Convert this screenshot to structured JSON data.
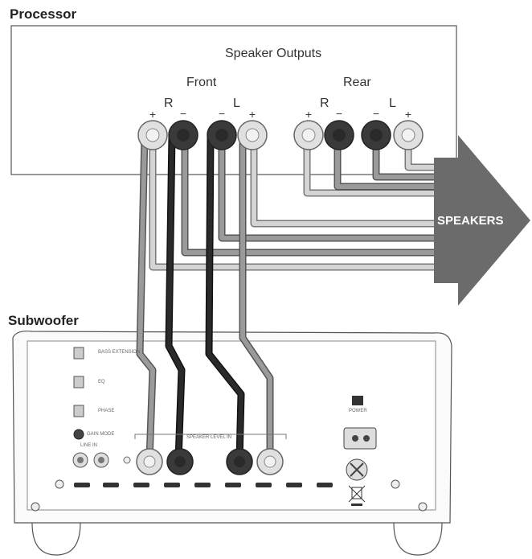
{
  "processor": {
    "title": "Processor",
    "outputs_title": "Speaker Outputs",
    "front_label": "Front",
    "rear_label": "Rear",
    "front_right": "R",
    "front_left": "L",
    "rear_right": "R",
    "rear_left": "L"
  },
  "speakers_label": "SPEAKERS",
  "subwoofer": {
    "title": "Subwoofer",
    "bass_extension": "BASS EXTENSION",
    "eq": "EQ",
    "phase": "PHASE",
    "gain_mode": "GAIN MODE",
    "line_in": "LINE IN",
    "speaker_level_in": "SPEAKER LEVEL IN",
    "power": "POWER"
  },
  "colors": {
    "positive_terminal": "#d9d9d9",
    "negative_terminal": "#3a3a3a",
    "arrow": "#6b6b6b",
    "wire_dark": "#1f1f1f",
    "wire_grey": "#8a8a8a",
    "wire_light": "#cfcfcf"
  }
}
